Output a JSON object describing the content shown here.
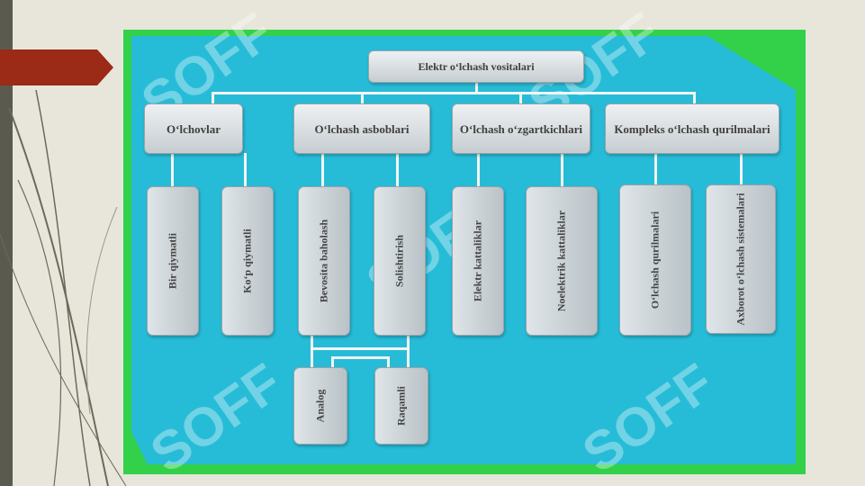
{
  "diagram": {
    "root": "Elektr o‘lchash vositalari",
    "categories": [
      {
        "label": "O‘lchovlar",
        "children": [
          "Bir qiymatli",
          "Ko‘p qiymatli"
        ]
      },
      {
        "label": "O‘lchash asboblari",
        "children": [
          "Bevosita baholash",
          "Solishtirish"
        ]
      },
      {
        "label": "O‘lchash o‘zgartkichlari",
        "children": [
          "Elektr kattaliklar",
          "Noelektrik kattaliklar"
        ]
      },
      {
        "label": "Kompleks o‘lchash qurilmalari",
        "children": [
          "O‘lchash qurilmalari",
          "Axborot o‘lchash sistemalari"
        ]
      }
    ],
    "sub_children": [
      "Analog",
      "Raqamli"
    ]
  },
  "watermark": "SOFF",
  "colors": {
    "frame": "#33d14a",
    "panel": "#26bcd8",
    "arrow": "#9b2a17",
    "box": "#d7dde0"
  }
}
